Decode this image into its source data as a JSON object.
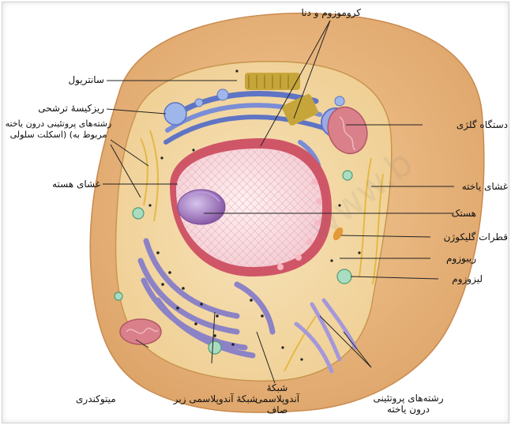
{
  "labels": {
    "chromosome": "کروموزوم و دنا",
    "centriole": "سانتریول",
    "coated_vesicle": "ریزکیسهٔ ترشحی",
    "protein_filaments_left": "رشته‌های پروتئینی درون یاخته مربوط به) (اسکلت سلولی",
    "nuclear_envelope": "غشای هسته",
    "golgi": "دستگاه گلژی",
    "cell_membrane": "غشای یاخته",
    "nucleolus": "هستک",
    "glycogen": "قطرات گلیکوژن",
    "ribosome": "ریبوزوم",
    "lysosome": "لیزوزوم",
    "protein_filaments_bottom": "رشته‌های پروتئینی درون یاخته",
    "mitochondria": "میتوکندری",
    "rough_er": "شبکهٔ آندوپلاسمی زبر",
    "smooth_er": "شبکهٔ آندوپلاسمی صاف"
  },
  "colors": {
    "cell_outer": "#e8b37a",
    "cytoplasm": "#f2d6a2",
    "nucleus_fill": "#fbe3e6",
    "nucleus_membrane": "#c94a5a",
    "er_purple": "#8c82c6",
    "golgi_blue": "#5f74c4",
    "mitochondria_pink": "#d9808a",
    "leader_line": "#222222"
  },
  "icons": [
    "cell-diagram-illustration"
  ]
}
